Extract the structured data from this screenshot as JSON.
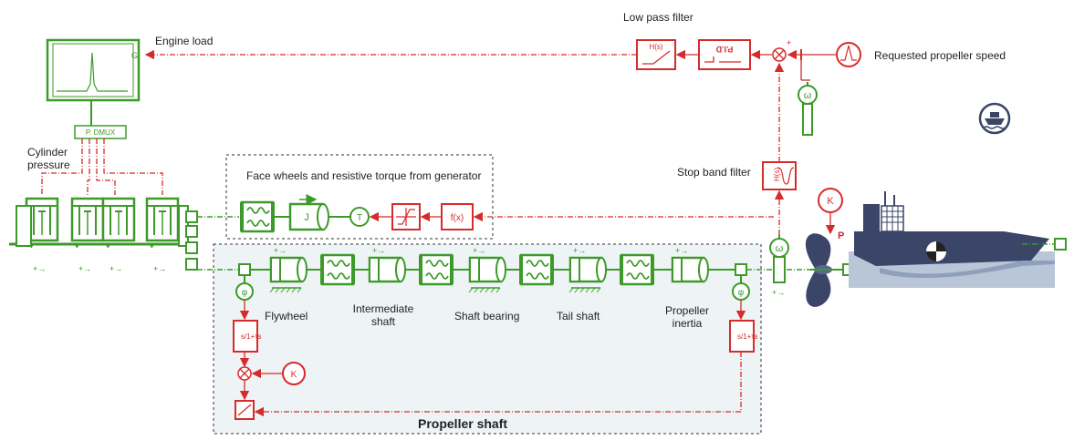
{
  "labels": {
    "low_pass_filter": "Low pass filter",
    "engine_load": "Engine load",
    "requested_speed": "Requested propeller speed",
    "cylinder_pressure_l1": "Cylinder",
    "cylinder_pressure_l2": "pressure",
    "face_wheels": "Face wheels and resistive torque from generator",
    "stop_band_filter": "Stop band filter",
    "flywheel": "Flywheel",
    "intermediate_l1": "Intermediate",
    "intermediate_l2": "shaft",
    "shaft_bearing": "Shaft bearing",
    "tail_shaft": "Tail shaft",
    "propeller_inertia_l1": "Propeller",
    "propeller_inertia_l2": "inertia",
    "propeller_shaft": "Propeller shaft",
    "p_dmux": "P. DMUX",
    "pid": "P.I.D",
    "hs": "H(s)",
    "j": "J",
    "t": "T",
    "g": "G",
    "p": "P",
    "k": "K",
    "omega": "ω"
  },
  "colors": {
    "mech": "#3d9a2a",
    "signal": "#d62b2b",
    "ship": "#3a4568",
    "water": "#b9c6d8",
    "dashed_box": "#333333",
    "shaft_bg": "#eef4f6"
  }
}
